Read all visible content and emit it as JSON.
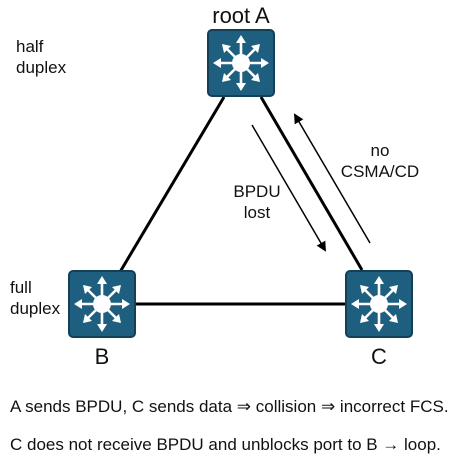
{
  "nodes": {
    "a": {
      "label": "root A",
      "icon": "switch-icon"
    },
    "b": {
      "label": "B",
      "icon": "switch-icon"
    },
    "c": {
      "label": "C",
      "icon": "switch-icon"
    }
  },
  "annotations": {
    "half_duplex": "half\nduplex",
    "full_duplex": "full\nduplex",
    "no_csma": "no\nCSMA/CD",
    "bpdu_lost": "BPDU\nlost"
  },
  "captions": {
    "line1": "A sends BPDU, C sends data ⇒ collision ⇒ incorrect FCS.",
    "line2": "C does not receive BPDU and unblocks port to B → loop."
  },
  "colors": {
    "switch_fill": "#1e5f80",
    "switch_border": "#143f57",
    "switch_glyph": "#ffffff",
    "lines": "#000000"
  }
}
